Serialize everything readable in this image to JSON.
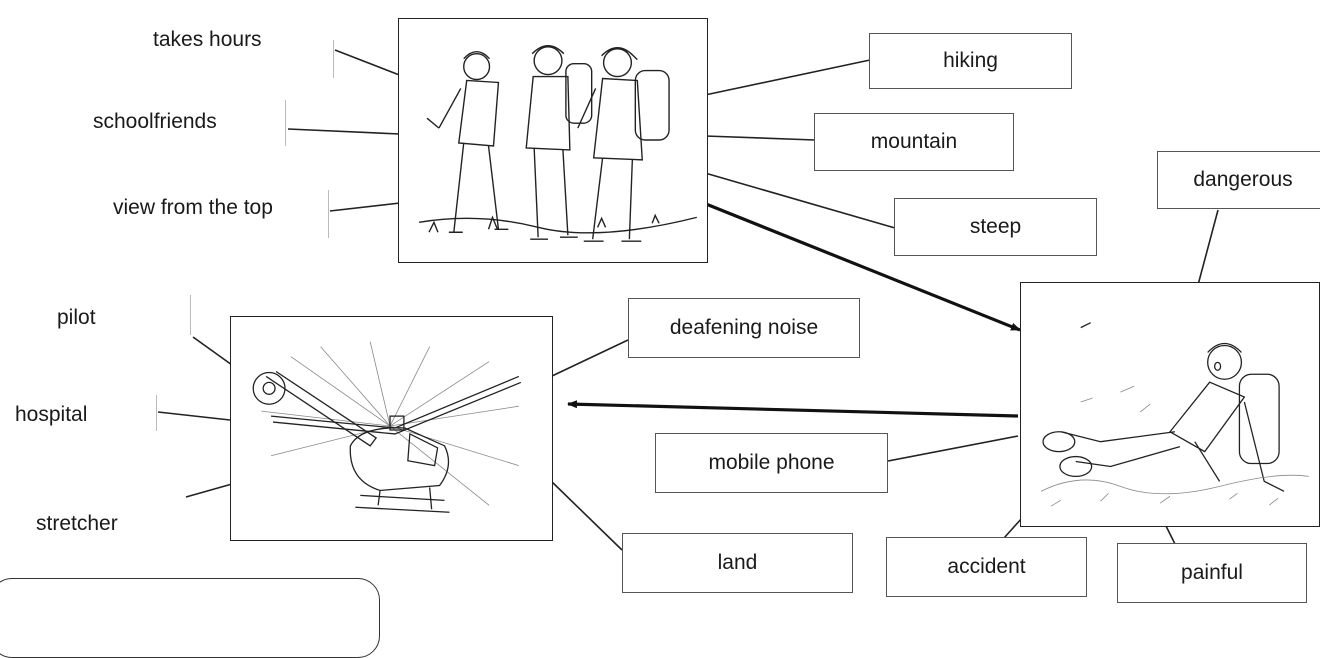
{
  "words": {
    "takes_hours": "takes hours",
    "schoolfriends": "schoolfriends",
    "view_from_top": "view from the top",
    "hiking": "hiking",
    "mountain": "mountain",
    "steep": "steep",
    "dangerous": "dangerous",
    "pilot": "pilot",
    "hospital": "hospital",
    "stretcher": "stretcher",
    "deafening_noise": "deafening noise",
    "mobile_phone": "mobile phone",
    "land": "land",
    "accident": "accident",
    "painful": "painful"
  },
  "pictures": [
    "hikers-illustration",
    "helicopter-illustration",
    "injured-hiker-illustration"
  ],
  "colors": {
    "ink": "#1a1a1a",
    "box_border": "#555555"
  }
}
